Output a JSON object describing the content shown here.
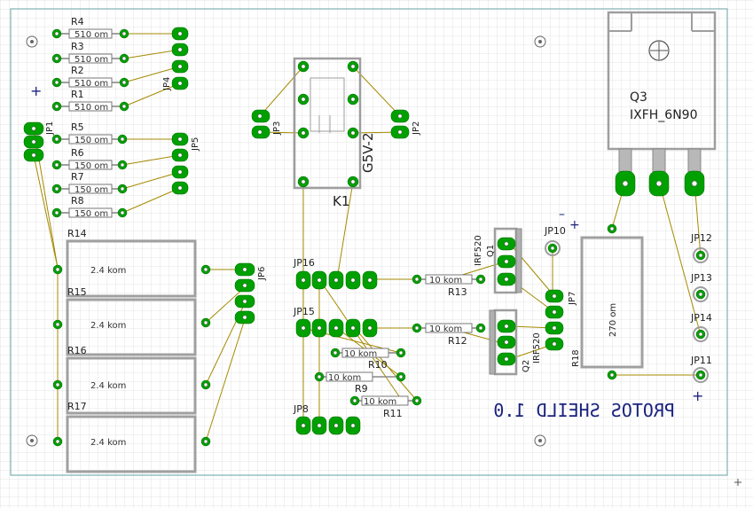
{
  "board": {
    "title": "PROTOS SHEILD 1.0",
    "plus_marks": [
      "+",
      "+",
      "+"
    ],
    "minus_mark": "–"
  },
  "parts": {
    "R4": {
      "name": "R4",
      "value": "510 om"
    },
    "R3": {
      "name": "R3",
      "value": "510 om"
    },
    "R2": {
      "name": "R2",
      "value": "510 om"
    },
    "R1": {
      "name": "R1",
      "value": "510 om"
    },
    "R5": {
      "name": "R5",
      "value": "150 om"
    },
    "R6": {
      "name": "R6",
      "value": "150 om"
    },
    "R7": {
      "name": "R7",
      "value": "150 om"
    },
    "R8": {
      "name": "R8",
      "value": "150 om"
    },
    "R14": {
      "name": "R14",
      "value": "2.4 kom"
    },
    "R15": {
      "name": "R15",
      "value": "2.4 kom"
    },
    "R16": {
      "name": "R16",
      "value": "2.4 kom"
    },
    "R17": {
      "name": "R17",
      "value": "2.4 kom"
    },
    "R13": {
      "name": "R13",
      "value": "10 kom"
    },
    "R12": {
      "name": "R12",
      "value": "10 kom"
    },
    "R10": {
      "name": "R10",
      "value": "10 kom"
    },
    "R9": {
      "name": "R9",
      "value": "10 kom"
    },
    "R11": {
      "name": "R11",
      "value": "10 kom"
    },
    "R18": {
      "name": "R18",
      "value": "270 om"
    },
    "Q1": {
      "name": "Q1",
      "type": "IRF520"
    },
    "Q2": {
      "name": "Q2",
      "type": "IRF520"
    },
    "Q3": {
      "name": "Q3",
      "type": "IXFH_6N90"
    },
    "K1": {
      "name": "K1",
      "type": "G5V-2"
    }
  },
  "jumpers": [
    "JP1",
    "JP2",
    "JP3",
    "JP4",
    "JP5",
    "JP6",
    "JP7",
    "JP8",
    "JP10",
    "JP11",
    "JP12",
    "JP13",
    "JP14",
    "JP15",
    "JP16"
  ],
  "colors": {
    "pad": "#00a000",
    "wire": "#a38b00",
    "outline": "#9e9e9e",
    "title": "#1a237e",
    "grid": "#d9d9d9",
    "board_edge": "#7fb0b0"
  }
}
